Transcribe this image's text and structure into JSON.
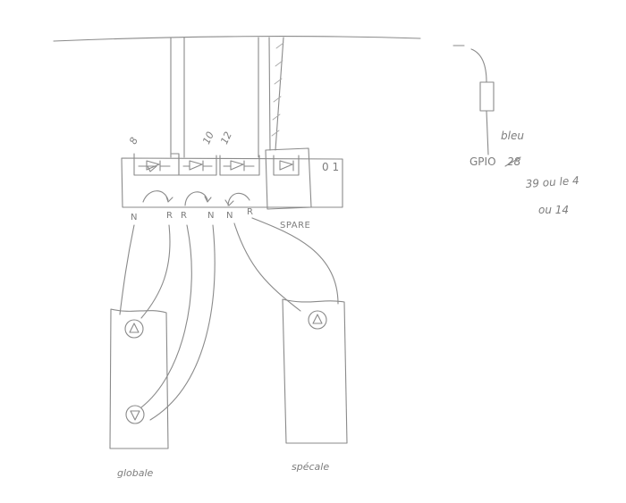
{
  "diagram": {
    "gpio_pins": [
      "8",
      "10",
      "12"
    ],
    "relay_board_label": "0 1",
    "terminal_labels": [
      "N",
      "R",
      "R",
      "N",
      "N",
      "R"
    ],
    "spare_label": "SPARE",
    "switch_left_label": "globale",
    "switch_right_label": "spécale",
    "resistor_note": {
      "color": "bleu",
      "gpio_prefix": "GPIO",
      "gpio_struck": "28",
      "alt_line_1": "39 ou le 4",
      "alt_line_2": "ou 14"
    }
  }
}
